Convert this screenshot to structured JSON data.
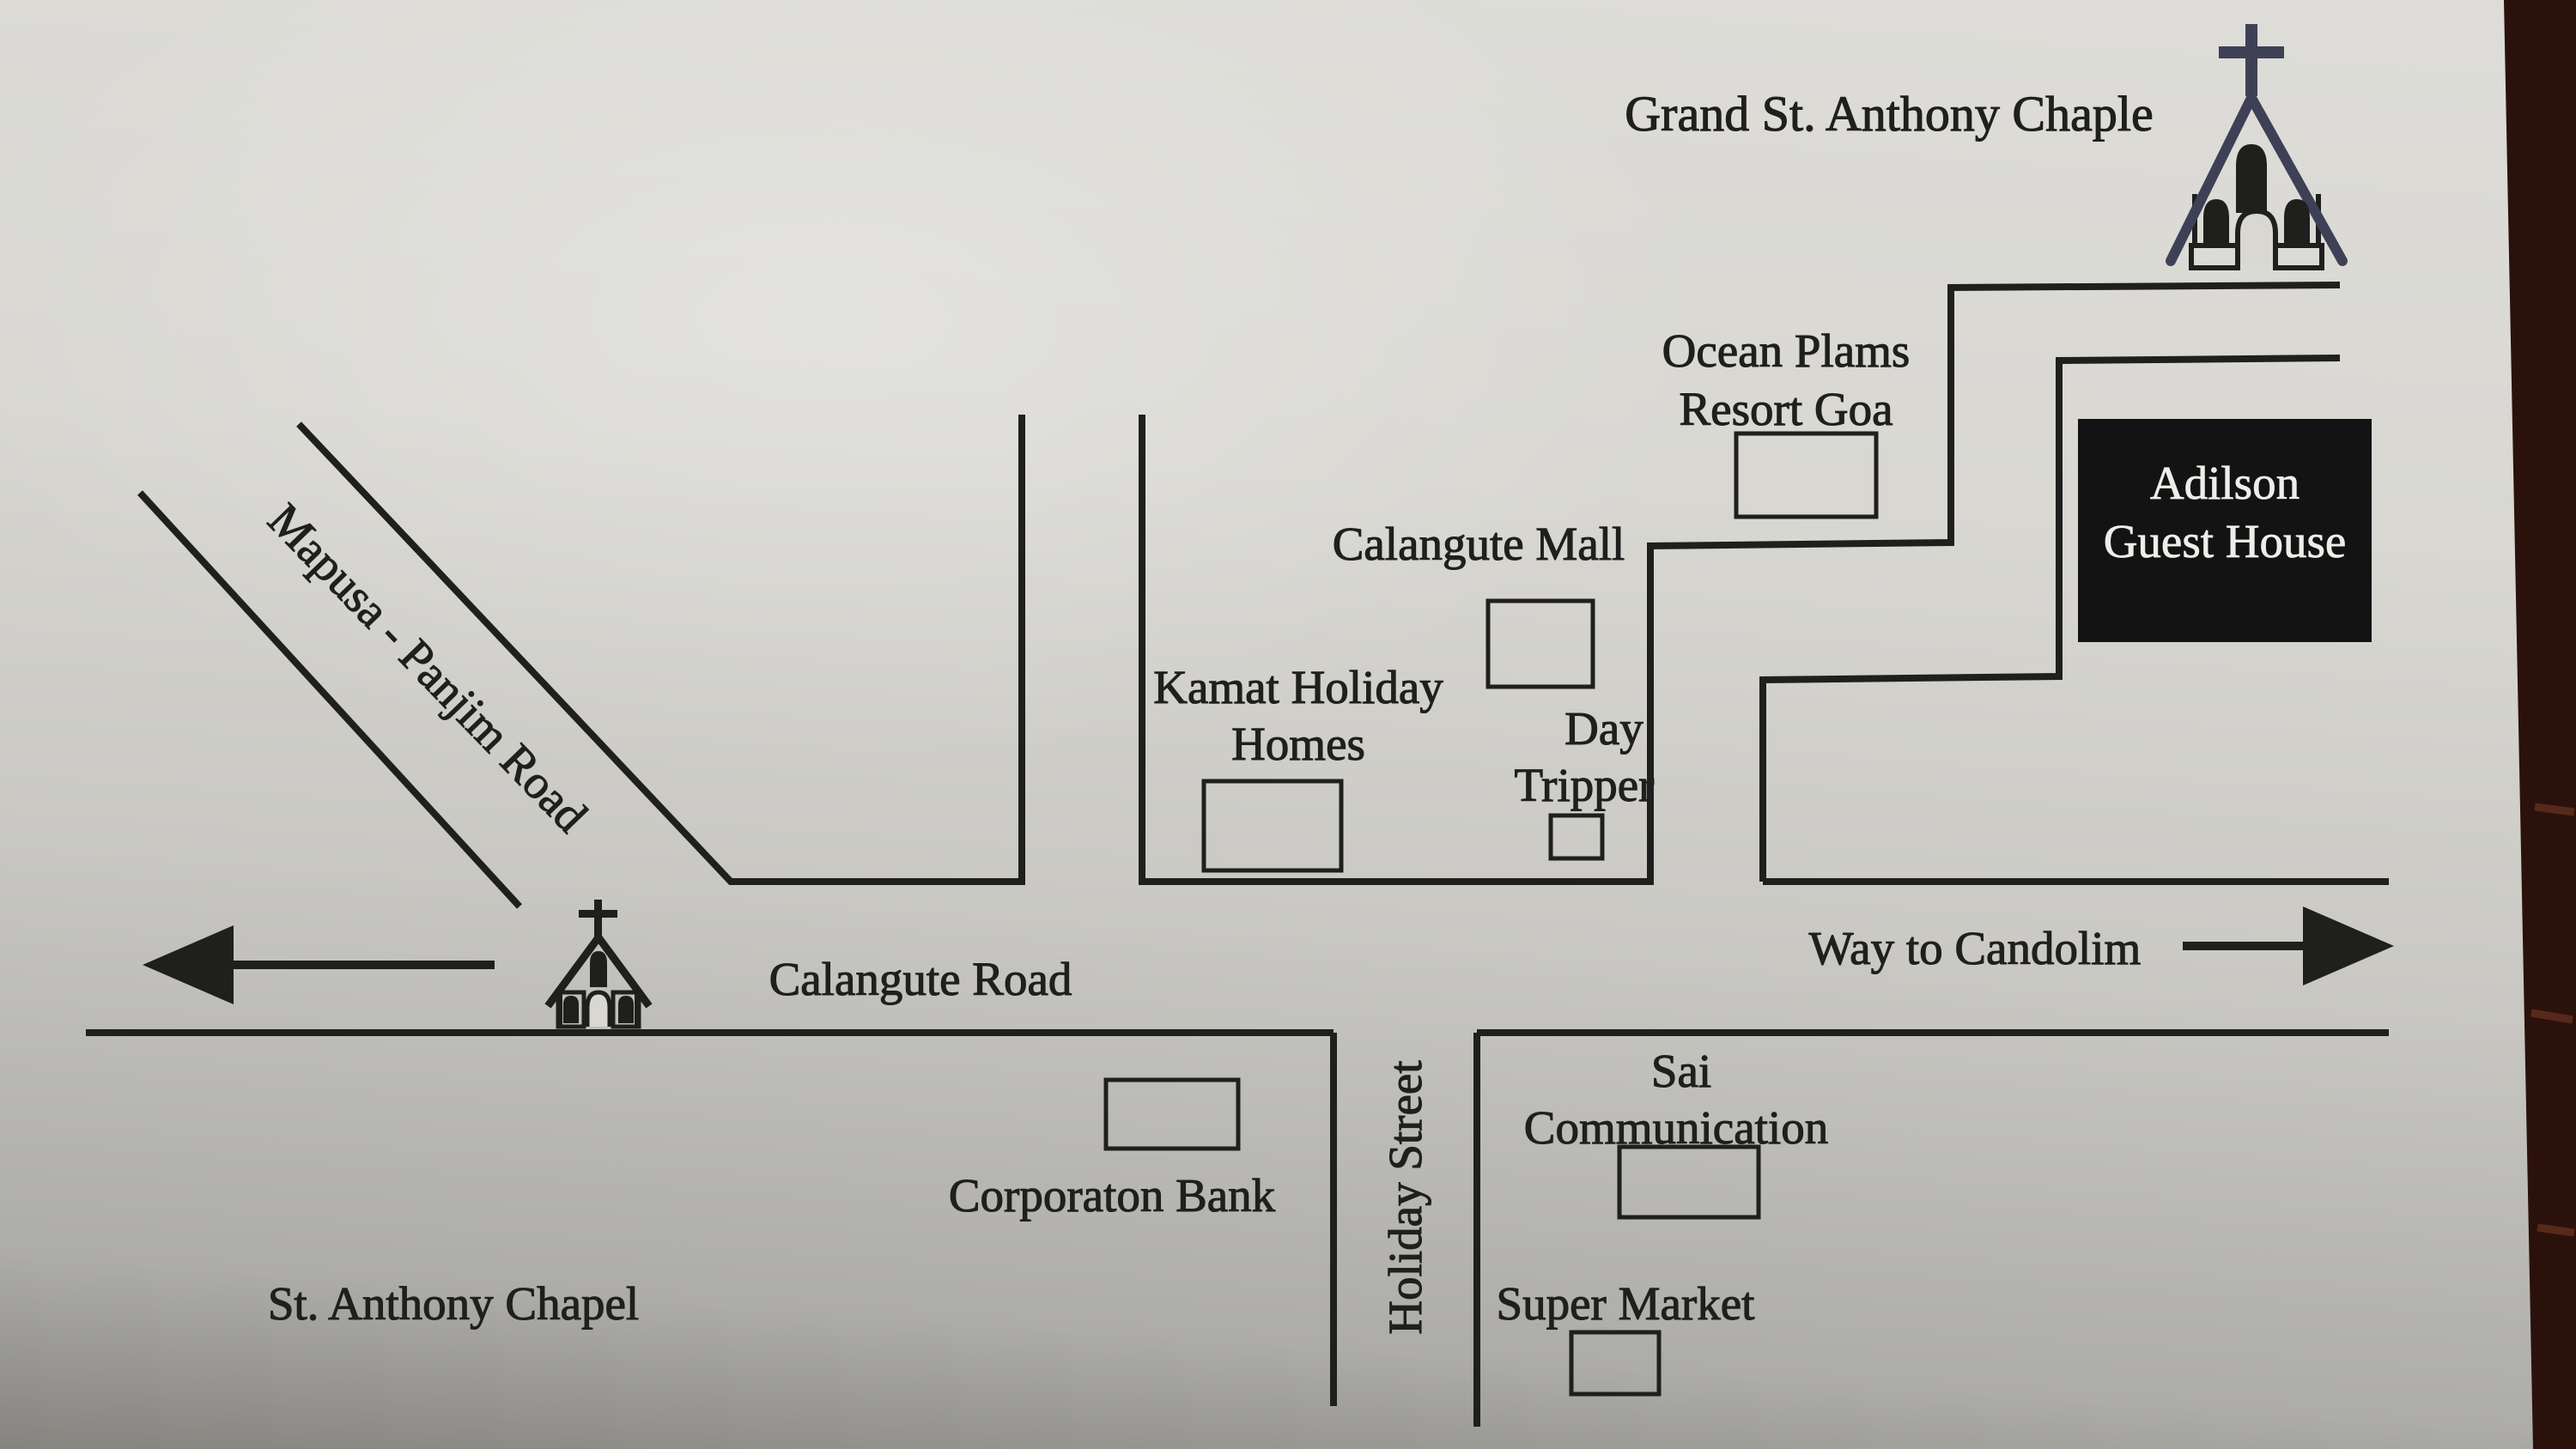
{
  "map": {
    "labels": {
      "grand_chapel": "Grand St. Anthony Chaple",
      "ocean_resort_line1": "Ocean Plams",
      "ocean_resort_line2": "Resort Goa",
      "adilson_line1": "Adilson",
      "adilson_line2": "Guest House",
      "calangute_mall": "Calangute Mall",
      "kamat_line1": "Kamat Holiday",
      "kamat_line2": "Homes",
      "day_line1": "Day",
      "day_line2": "Tripper",
      "mapusa_road": "Mapusa - Panjim Road",
      "calangute_road": "Calangute Road",
      "way_to_candolim": "Way to Candolim",
      "st_anthony_chapel": "St. Anthony Chapel",
      "corporaton_bank": "Corporaton Bank",
      "holiday_street": "Holiday Street",
      "sai_line1": "Sai",
      "sai_line2": "Communication",
      "super_market": "Super Market"
    },
    "colors": {
      "paper": "#d8d7d2",
      "ink": "#1f1f1e",
      "church_roof": "#3e4156",
      "adilson_box_fill": "#131313",
      "adilson_text": "#edede9",
      "photo_border": "#2b110c",
      "photo_border_streak": "#6e3723"
    },
    "icons": {
      "grand_church": "church-icon",
      "small_church": "church-icon",
      "left_arrow": "arrow-left-icon",
      "right_arrow": "arrow-right-icon"
    }
  }
}
